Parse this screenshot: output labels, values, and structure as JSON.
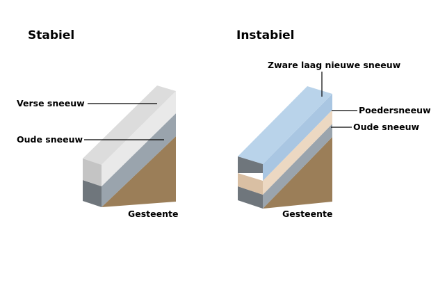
{
  "stable": {
    "heading": "Stabiel",
    "labels": {
      "fresh_snow": "Verse sneeuw",
      "old_snow": "Oude sneeuw",
      "rock": "Gesteente"
    }
  },
  "unstable": {
    "heading": "Instabiel",
    "labels": {
      "heavy_new_snow": "Zware laag nieuwe sneeuw",
      "powder_snow": "Poedersneeuw",
      "old_snow": "Oude sneeuw",
      "rock": "Gesteente"
    }
  },
  "colors": {
    "fresh_snow_top": "#dcdcdc",
    "fresh_snow_face": "#e9e9e9",
    "fresh_snow_front": "#c4c4c4",
    "old_snow_face": "#9aa4ad",
    "old_snow_front": "#6f767c",
    "heavy_snow_top": "#b9d3ea",
    "heavy_snow_face": "#a9c6e2",
    "heavy_snow_front": "#6f767c",
    "powder_face": "#ecd8c2",
    "powder_front": "#d9bfa3",
    "rock": "#9b7e58"
  }
}
